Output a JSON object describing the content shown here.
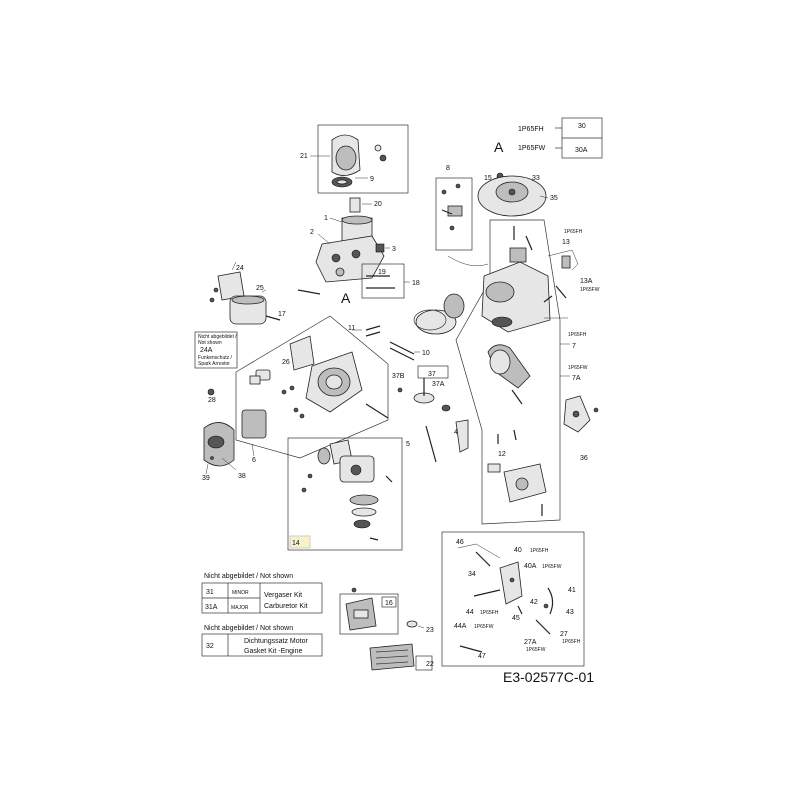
{
  "model_table": {
    "rows": [
      {
        "model": "1P65FH",
        "part": "30"
      },
      {
        "model": "1P65FW",
        "part": "30A"
      }
    ]
  },
  "section_marks": {
    "top": "A",
    "bottom": "A"
  },
  "callouts": {
    "c1": "1",
    "c2": "2",
    "c3": "3",
    "c4": "4",
    "c5": "5",
    "c6": "6",
    "c7": "7",
    "c7a": "7A",
    "c8": "8",
    "c9": "9",
    "c10": "10",
    "c11": "11",
    "c12": "12",
    "c13": "13",
    "c13a": "13A",
    "c14": "14",
    "c15": "15",
    "c16": "16",
    "c17": "17",
    "c18": "18",
    "c19": "19",
    "c20": "20",
    "c21": "21",
    "c22": "22",
    "c23": "23",
    "c24": "24",
    "c25": "25",
    "c26": "26",
    "c27": "27",
    "c27a": "27A",
    "c28": "28",
    "c33": "33",
    "c34": "34",
    "c35": "35",
    "c36": "36",
    "c37": "37",
    "c37a": "37A",
    "c37b": "37B",
    "c38": "38",
    "c39": "39",
    "c40": "40",
    "c40a": "40A",
    "c41": "41",
    "c42": "42",
    "c43": "43",
    "c44": "44",
    "c44a": "44A",
    "c45": "45",
    "c46": "46",
    "c47": "47"
  },
  "model_tags": {
    "t13": "1P65FH",
    "t13a": "1P65FW",
    "t7": "1P65FH",
    "t7a": "1P65FW",
    "t40": "1P65FH",
    "t40a": "1P65FW",
    "t44": "1P65FH",
    "t44a": "1P65FW",
    "t27": "1P65FH",
    "t27a": "1P65FW"
  },
  "not_shown_24a": {
    "line1": "Nicht abgebildet /",
    "line2": "Not shown",
    "code": "24A",
    "line3": "Funkenschutz /",
    "line4": "Spark Arrestor"
  },
  "kit_table_carb": {
    "header": "Nicht abgebildet / Not shown",
    "rows": [
      {
        "num": "31",
        "grade": "MINOR"
      },
      {
        "num": "31A",
        "grade": "MAJOR"
      }
    ],
    "name_line1": "Vergaser Kit",
    "name_line2": "Carburetor Kit"
  },
  "kit_table_gasket": {
    "header": "Nicht abgebildet / Not shown",
    "num": "32",
    "name_line1": "Dichtungssatz Motor",
    "name_line2": "Gasket Kit -Engine"
  },
  "drawing_code": "E3-02577C-01"
}
